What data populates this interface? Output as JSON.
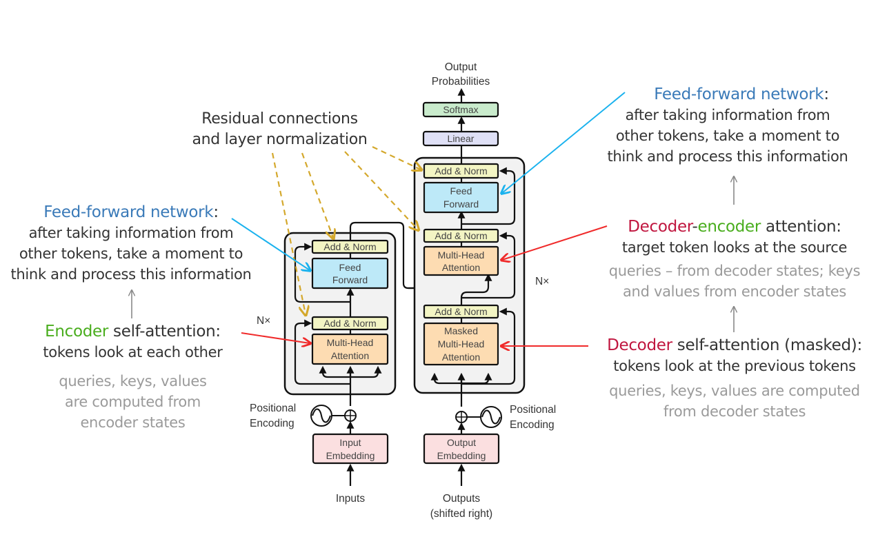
{
  "diagram": {
    "title": "Transformer architecture (annotated)",
    "output_probabilities": [
      "Output",
      "Probabilities"
    ],
    "softmax": "Softmax",
    "linear": "Linear",
    "add_norm": "Add & Norm",
    "feed_forward": [
      "Feed",
      "Forward"
    ],
    "multi_head_attention": [
      "Multi-Head",
      "Attention"
    ],
    "masked_multi_head_attention": [
      "Masked",
      "Multi-Head",
      "Attention"
    ],
    "nx": "N×",
    "positional_encoding": [
      "Positional",
      "Encoding"
    ],
    "input_embedding": [
      "Input",
      "Embedding"
    ],
    "output_embedding": [
      "Output",
      "Embedding"
    ],
    "inputs": "Inputs",
    "outputs": [
      "Outputs",
      "(shifted right)"
    ]
  },
  "annotations": {
    "residual": {
      "line1": "Residual connections",
      "line2": "and layer normalization",
      "color": "#d4a82c"
    },
    "encoder_ffn": {
      "title_colored": "Feed-forward network",
      "title_suffix": ":",
      "lines": [
        "after taking information from",
        "other tokens, take a moment to",
        "think and process this information"
      ],
      "color": "#3a7ab8"
    },
    "decoder_ffn": {
      "title_colored": "Feed-forward network",
      "title_suffix": ":",
      "lines": [
        "after taking information from",
        "other tokens, take a moment to",
        "think and process this information"
      ],
      "color": "#3a7ab8"
    },
    "encoder_self_attention": {
      "title_colored": "Encoder",
      "title_rest": " self-attention:",
      "line": "tokens look at each other",
      "notes": [
        "queries, keys, values",
        "are computed from",
        "encoder states"
      ],
      "color": "#49ad1d"
    },
    "decoder_encoder_attention": {
      "title_part1": "Decoder",
      "title_dash": "-",
      "title_part2": "encoder",
      "title_rest": " attention:",
      "line": "target token looks at the source",
      "notes": [
        "queries – from decoder states; keys",
        "and values from encoder states"
      ],
      "color1": "#c0163f",
      "color2": "#49ad1d"
    },
    "decoder_self_attention": {
      "title_colored": "Decoder",
      "title_rest": " self-attention (masked):",
      "line": "tokens look at the previous tokens",
      "notes": [
        "queries, keys, values are computed",
        "from decoder states"
      ],
      "color": "#c0163f"
    }
  },
  "colors": {
    "add_norm_fill": "#f3f5c4",
    "feed_forward_fill": "#bde9f8",
    "attention_fill": "#fddcb2",
    "embedding_fill": "#fbdfe0",
    "softmax_fill": "#c9ebcc",
    "linear_fill": "#dfe0f6",
    "block_fill": "#f2f2f2",
    "ffn_arrow": "#1ab2ee",
    "attention_arrow": "#f02a2a",
    "residual_arrow": "#d4a82c",
    "gray_arrow": "#888888"
  }
}
